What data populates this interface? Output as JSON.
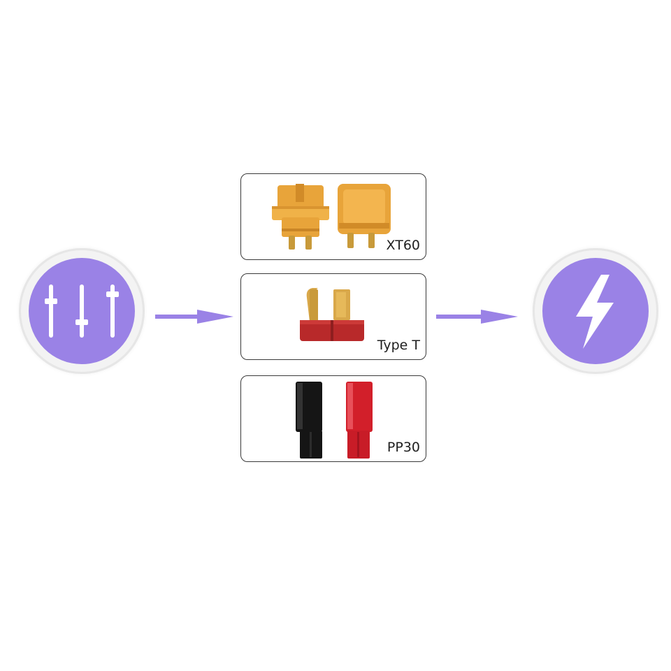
{
  "connectors": [
    {
      "label": "XT60"
    },
    {
      "label": "Type T"
    },
    {
      "label": "PP30"
    }
  ],
  "nodes": {
    "input_icon": "sliders-icon",
    "output_icon": "lightning-bolt-icon"
  },
  "colors": {
    "accent": "#9a82e6",
    "arrow": "#9a82e6",
    "card_border": "#3a3a3a",
    "xt60": "#e8a43a",
    "typet": "#b8292a",
    "pp30_black": "#151515",
    "pp30_red": "#d21f2a"
  }
}
